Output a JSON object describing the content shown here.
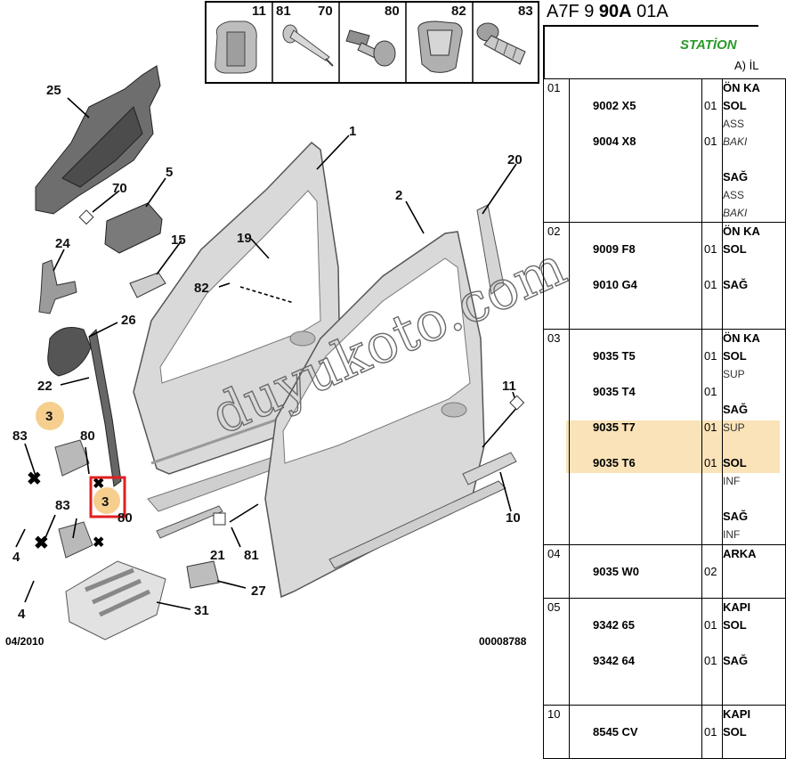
{
  "header": {
    "prefix": "A7F 9 ",
    "bold": "90A",
    "suffix": " 01A"
  },
  "title_band": {
    "line1": "STATİON",
    "line2": "A) İL"
  },
  "fastener_strip": [
    {
      "num": "11",
      "icon": "clip-icon"
    },
    {
      "num": "81",
      "num2": "70",
      "icon": "rivet-icon"
    },
    {
      "num": "80",
      "icon": "bolt-icon"
    },
    {
      "num": "82",
      "icon": "grommet-clip-icon"
    },
    {
      "num": "83",
      "icon": "screw-icon"
    }
  ],
  "callouts": {
    "c25": "25",
    "c1": "1",
    "c5": "5",
    "c70": "70",
    "c20": "20",
    "c2": "2",
    "c24": "24",
    "c15": "15",
    "c19": "19",
    "c82": "82",
    "c26": "26",
    "c22": "22",
    "c11": "11",
    "c3a": "3",
    "c3b": "3",
    "c83a": "83",
    "c80a": "80",
    "c83b": "83",
    "c80b": "80",
    "c4a": "4",
    "c4b": "4",
    "c21": "21",
    "c81": "81",
    "c10": "10",
    "c27": "27",
    "c31": "31"
  },
  "footer": {
    "date": "04/2010",
    "code": "00008788"
  },
  "watermark": "duyukoto.com",
  "parts_rows": [
    {
      "group": "01",
      "ref": "9002 X5",
      "qty": "01",
      "desc": "ÖN KA",
      "sub": "SOL",
      "note1": "ASS",
      "note2": "BAKI"
    },
    {
      "ref": "9004 X8",
      "qty": "01",
      "sub": "SAĞ",
      "note1": "ASS",
      "note2": "BAKI"
    },
    {
      "group": "02",
      "ref": "9009 F8",
      "qty": "01",
      "desc": "ÖN KA",
      "sub": "SOL"
    },
    {
      "ref": "9010 G4",
      "qty": "01",
      "sub": "SAĞ"
    },
    {
      "group": "03",
      "ref": "9035 T5",
      "qty": "01",
      "desc": "ÖN KA",
      "sub": "SOL",
      "note1": "SUP"
    },
    {
      "ref": "9035 T4",
      "qty": "01",
      "sub": "SAĞ",
      "note1": "SUP"
    },
    {
      "ref": "9035 T7",
      "qty": "01",
      "sub": "SOL",
      "note1": "INF",
      "highlight": true
    },
    {
      "ref": "9035 T6",
      "qty": "01",
      "sub": "SAĞ",
      "note1": "INF"
    },
    {
      "group": "04",
      "ref": "9035 W0",
      "qty": "02",
      "desc": "ARKA"
    },
    {
      "group": "05",
      "ref": "9342 65",
      "qty": "01",
      "desc": "KAPI",
      "sub": "SOL"
    },
    {
      "ref": "9342 64",
      "qty": "01",
      "sub": "SAĞ"
    },
    {
      "group": "10",
      "ref": "8545 CV",
      "qty": "01",
      "desc": "KAPI",
      "sub": "SOL"
    }
  ],
  "colors": {
    "highlight": "#fae3b8",
    "marker": "#f6cf8e",
    "selection": "#e02020",
    "title_green": "#2a9a2a"
  }
}
